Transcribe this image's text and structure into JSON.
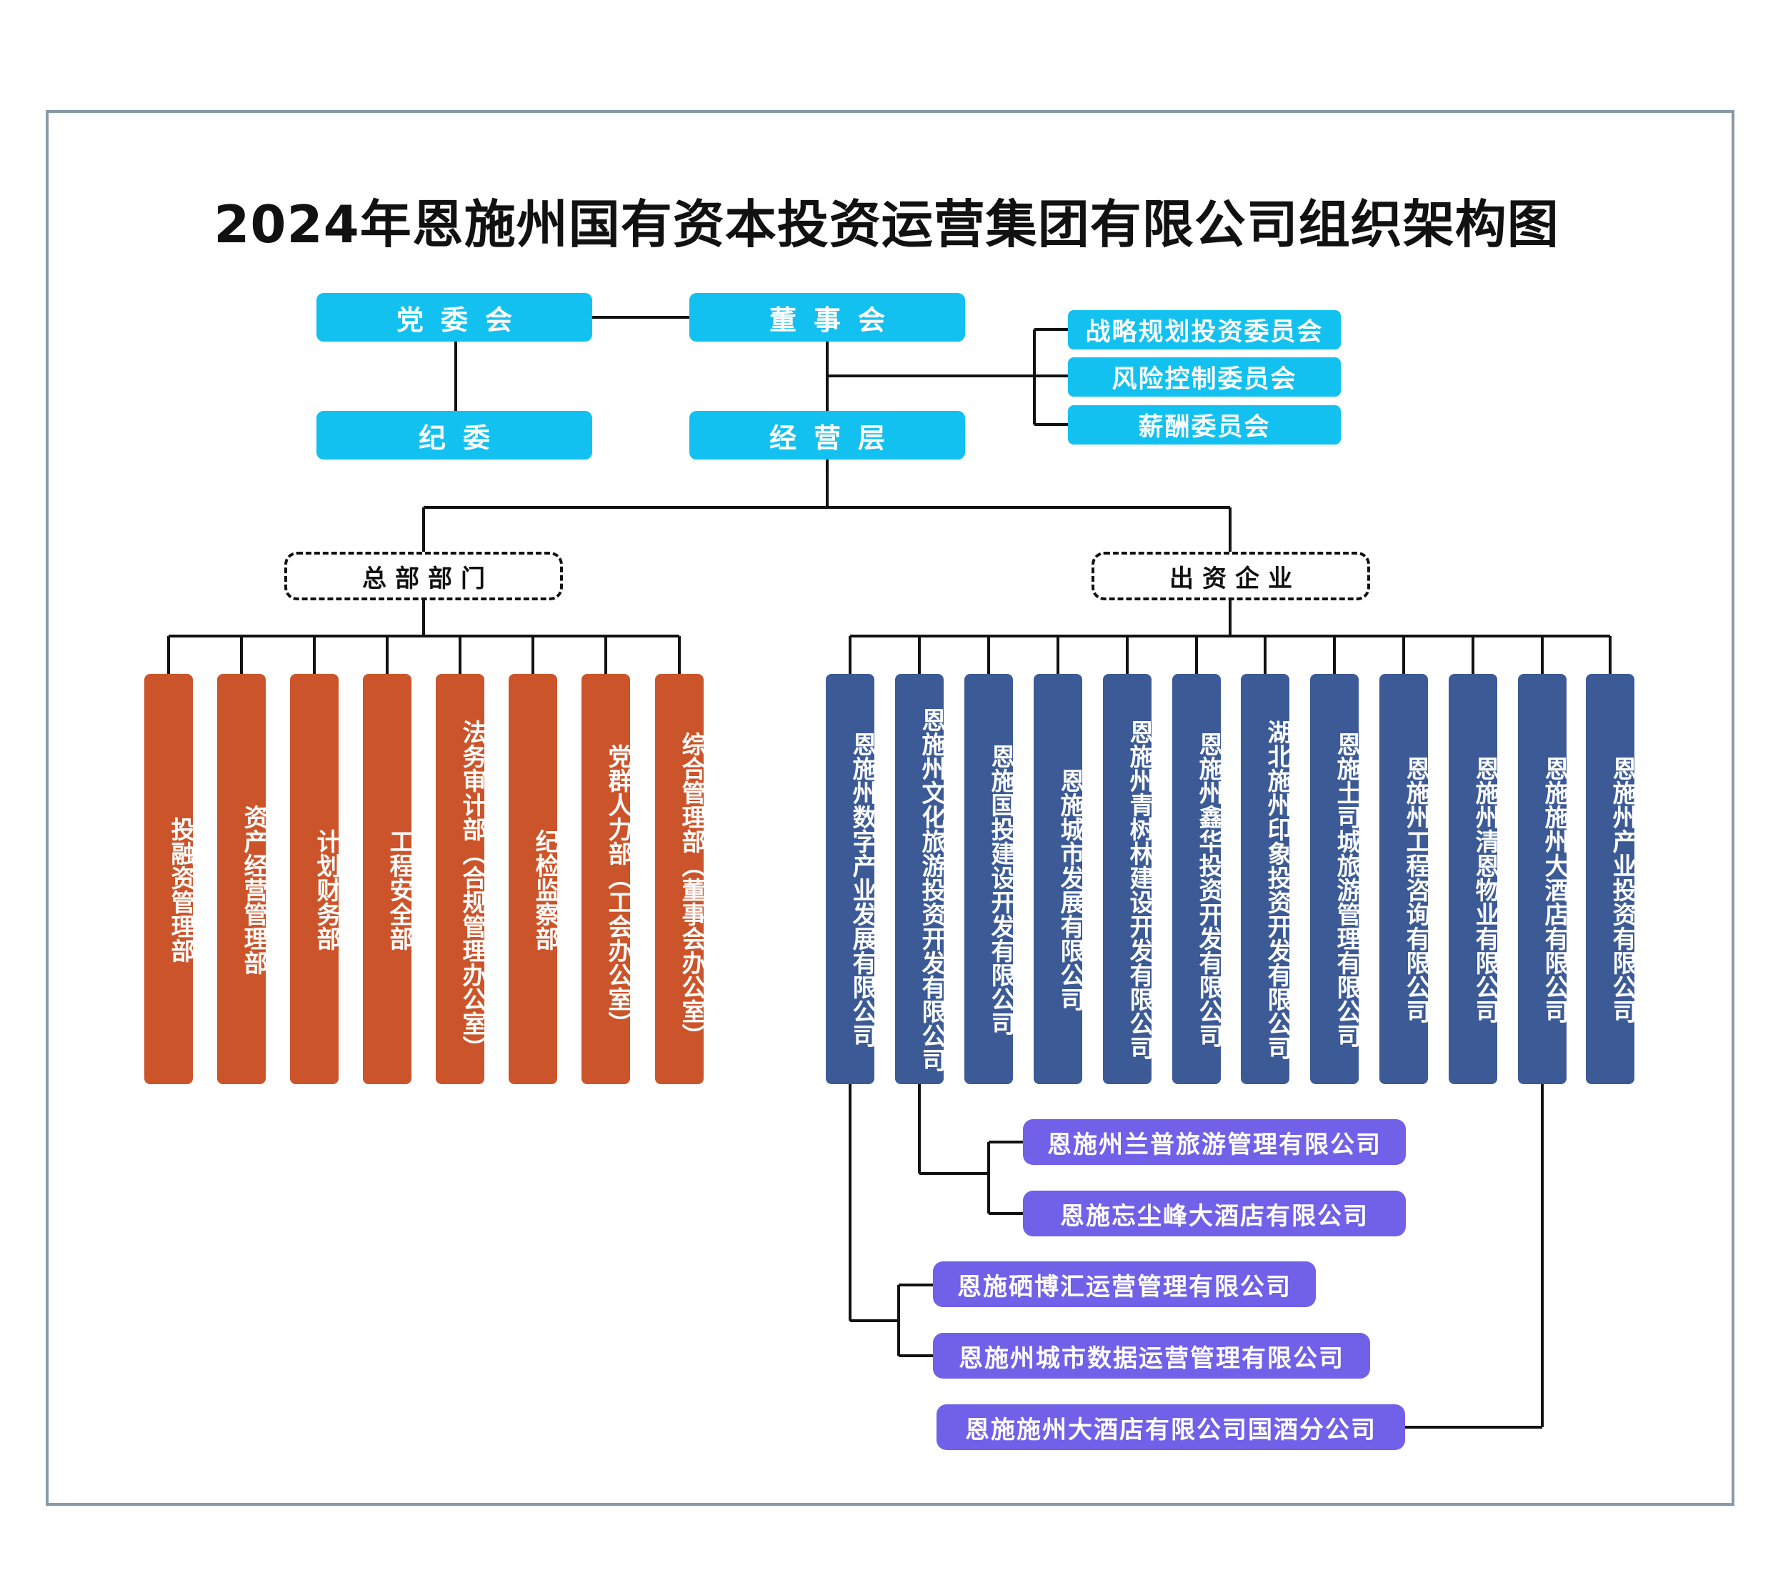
{
  "title": "2024年恩施州国有资本投资运营集团有限公司组织架构图",
  "top": {
    "party": "党委会",
    "board": "董事会",
    "discipline": "纪委",
    "management": "经营层"
  },
  "committees": [
    "战略规划投资委员会",
    "风险控制委员会",
    "薪酬委员会"
  ],
  "groups": {
    "hq": "总部部门",
    "invested": "出资企业"
  },
  "departments": [
    "投融资管理部",
    "资产经营管理部",
    "计划财务部",
    "工程安全部",
    "法务审计部（合规管理办公室）",
    "纪检监察部",
    "党群人力部（工会办公室）",
    "综合管理部（董事会办公室）"
  ],
  "companies": [
    "恩施州数字产业发展有限公司",
    "恩施州文化旅游投资开发有限公司",
    "恩施国投建设开发有限公司",
    "恩施城市发展有限公司",
    "恩施州青树林建设开发有限公司",
    "恩施州鑫华投资开发有限公司",
    "湖北施州印象投资开发有限公司",
    "恩施土司城旅游管理有限公司",
    "恩施州工程咨询有限公司",
    "恩施州清恩物业有限公司",
    "恩施施州大酒店有限公司",
    "恩施州产业投资有限公司"
  ],
  "subsidiaries": [
    "恩施州兰普旅游管理有限公司",
    "恩施忘尘峰大酒店有限公司",
    "恩施硒博汇运营管理有限公司",
    "恩施州城市数据运营管理有限公司",
    "恩施施州大酒店有限公司国酒分公司"
  ],
  "colors": {
    "top_boxes": "#12c1ef",
    "departments": "#cc542a",
    "companies": "#3c5a96",
    "subsidiaries": "#7160e8",
    "lines": "#111111"
  }
}
